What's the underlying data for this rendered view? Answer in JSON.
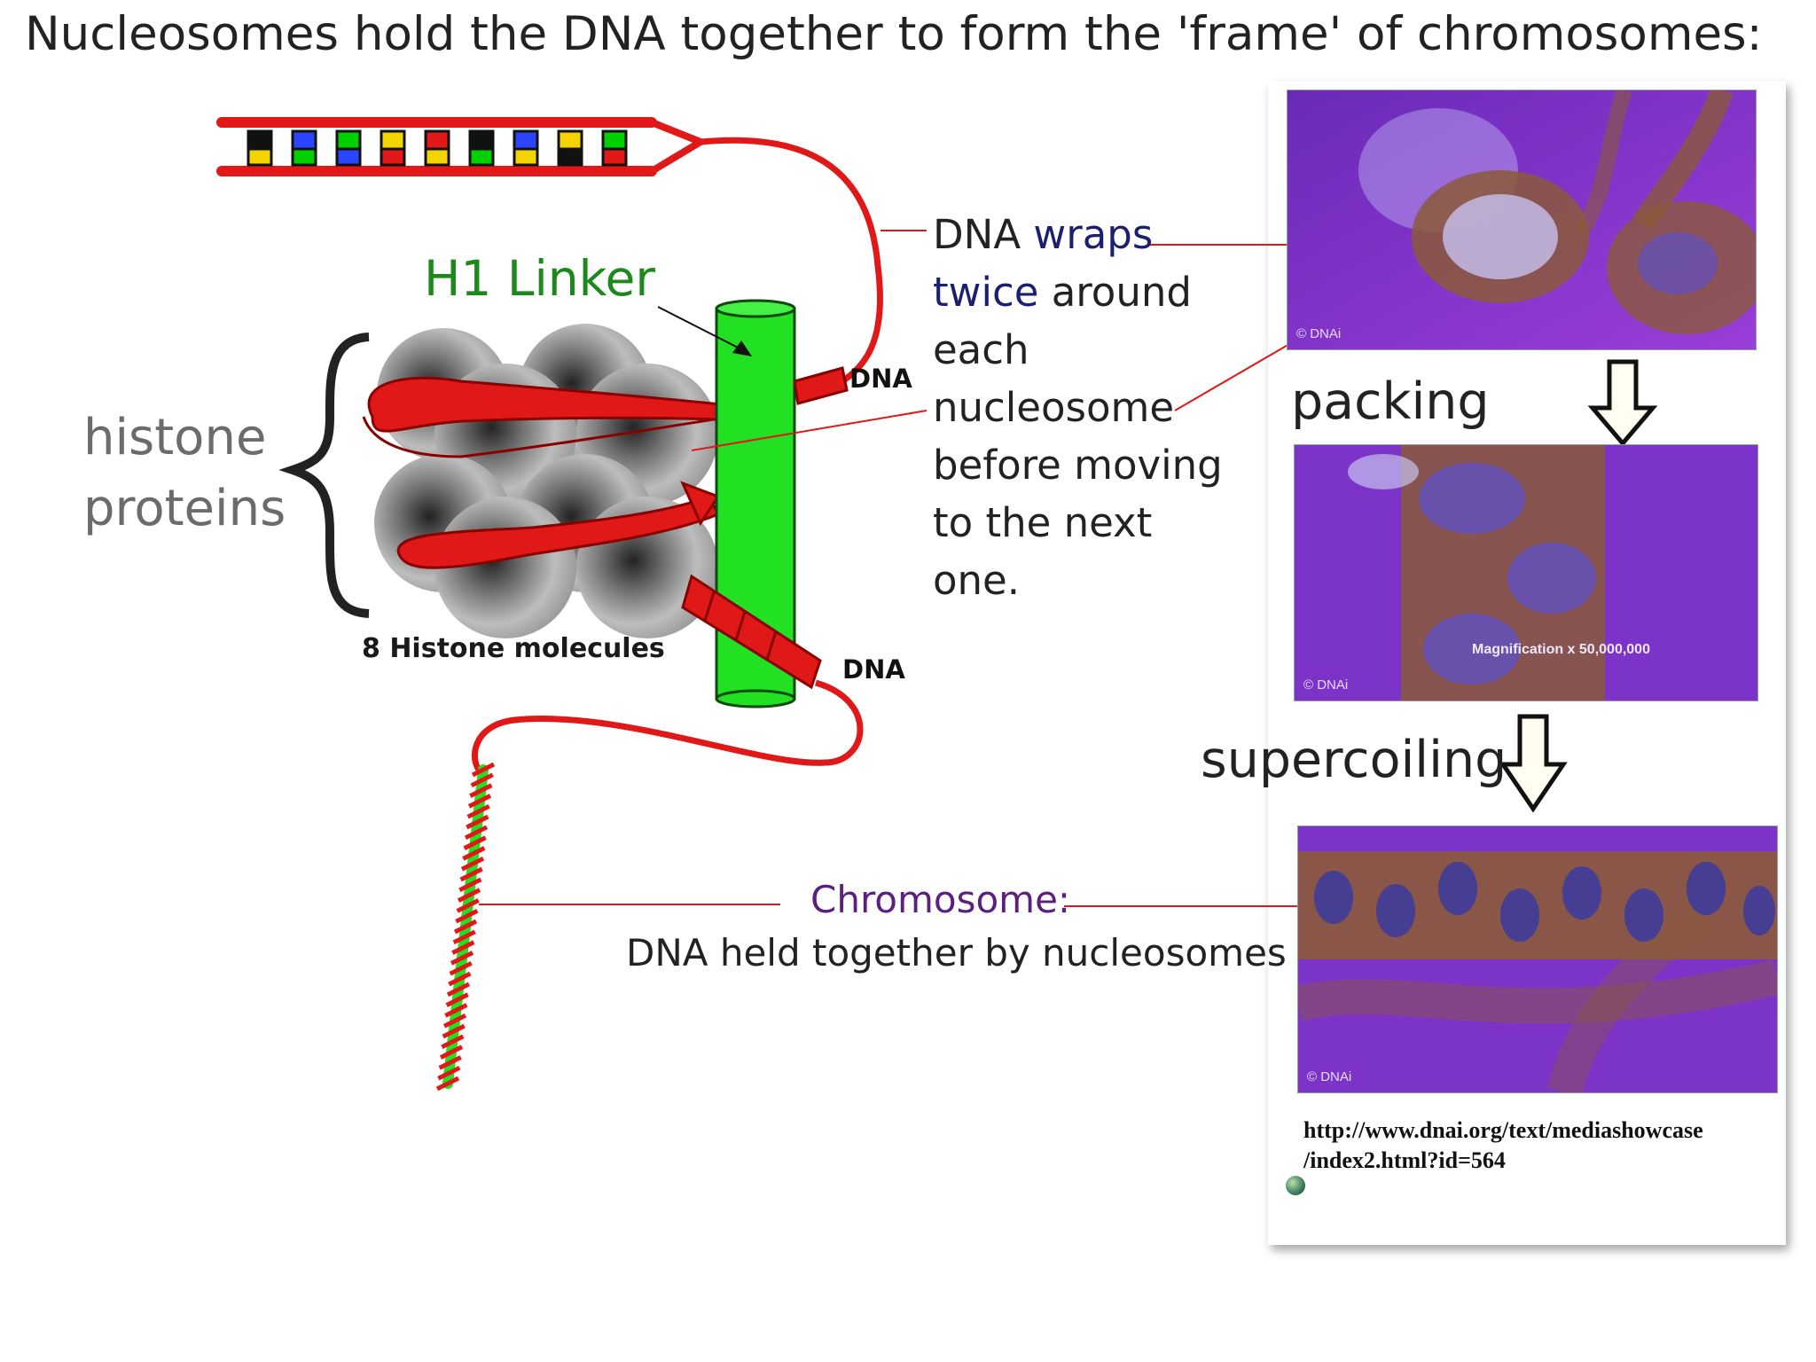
{
  "title": "Nucleosomes hold the DNA together to form the 'frame' of chromosomes:",
  "diagram": {
    "h1_linker": "H1 Linker",
    "histone_label_line1": "histone",
    "histone_label_line2": "proteins",
    "histone_caption": "8 Histone molecules",
    "dna_top": "DNA",
    "dna_bottom": "DNA"
  },
  "wraps_text": {
    "line1_a": "DNA ",
    "line1_b": "wraps",
    "line2_a": "twice",
    "line2_b": " around",
    "line3": "each",
    "line4": "nucleosome",
    "line5": "before moving",
    "line6": "to the next",
    "line7": "one."
  },
  "stages": {
    "packing": "packing",
    "supercoiling": "supercoiling"
  },
  "chromosome": {
    "title": "Chromosome:",
    "description": "DNA held together by nucleosomes"
  },
  "panels": {
    "credit": "© DNAi",
    "magnification": "Magnification x 50,000,000"
  },
  "source_url": {
    "line1": "http://www.dnai.org/text/mediashowcase",
    "line2": "/index2.html?id=564"
  },
  "colors": {
    "dna_red": "#e01818",
    "linker_green": "#22e022",
    "h1_text": "#1b8a1b",
    "chromosome_text": "#5a1f80",
    "panel_purple": "#7a2fc2",
    "emphasis_navy": "#1b1f70"
  }
}
